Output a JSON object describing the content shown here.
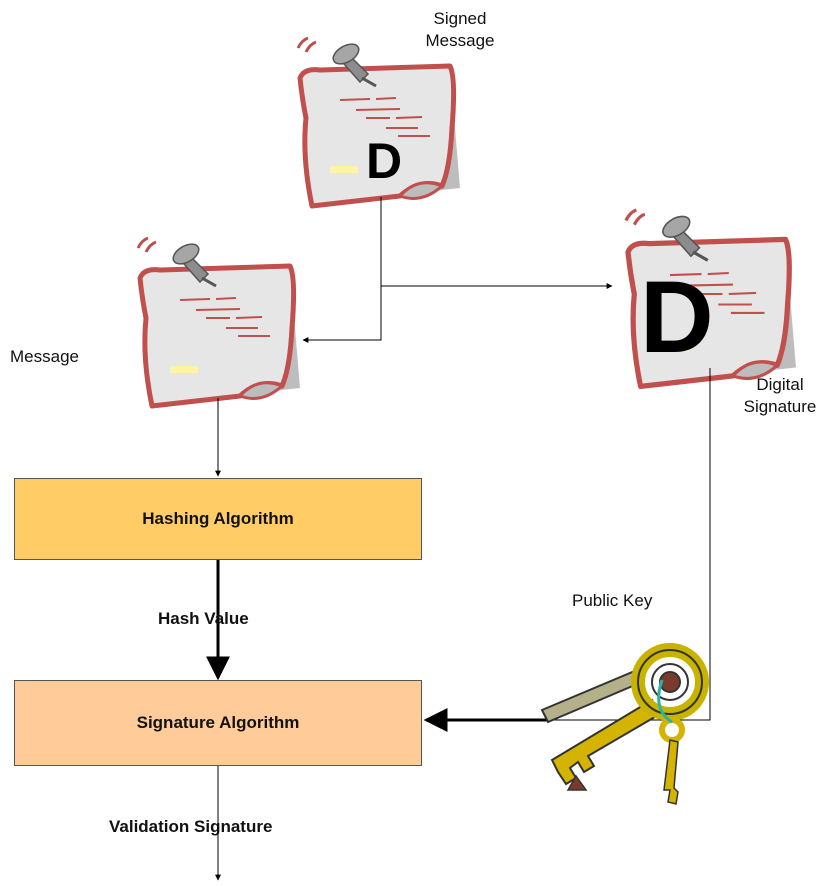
{
  "labels": {
    "signed_message": [
      "Signed",
      "Message"
    ],
    "message": "Message",
    "digital_signature": [
      "Digital",
      "Signature"
    ],
    "hash_value": "Hash Value",
    "public_key": "Public Key",
    "validation_signature": "Validation Signature"
  },
  "boxes": {
    "hashing": {
      "label": "Hashing Algorithm",
      "fill": "#ffcc66"
    },
    "signature": {
      "label": "Signature Algorithm",
      "fill": "#ffcc99"
    }
  },
  "notes": {
    "signed_message_letter": "D",
    "digital_signature_letter": "D"
  },
  "colors": {
    "note_border": "#c0504d",
    "note_fill": "#e6e6e6",
    "pin": "#8c8c8c",
    "key_gold": "#d4b400",
    "key_olive": "#a7a37a"
  }
}
